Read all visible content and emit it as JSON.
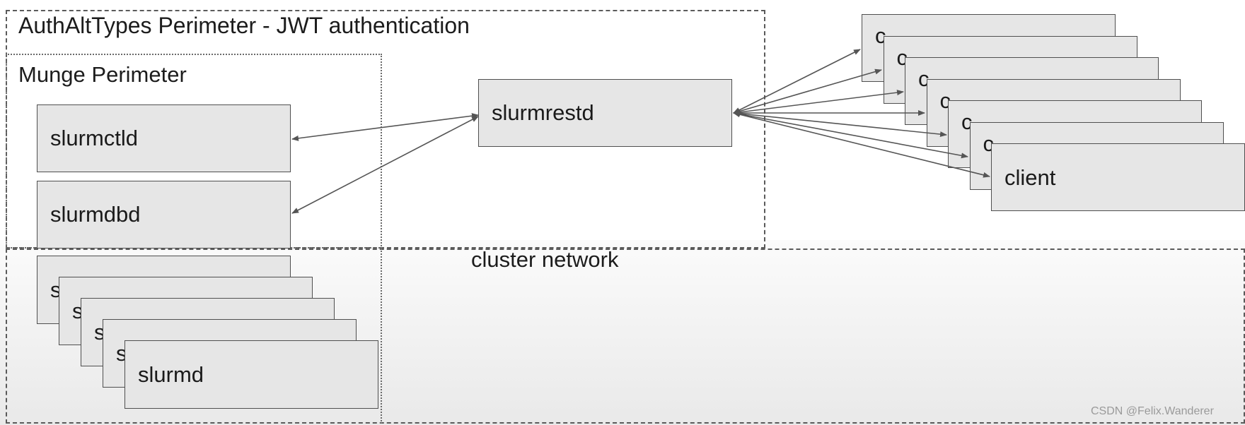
{
  "perimeters": {
    "outer_title": "AuthAltTypes Perimeter - JWT authentication",
    "munge_title": "Munge Perimeter",
    "cluster_label": "cluster network"
  },
  "nodes": {
    "slurmctld": "slurmctld",
    "slurmdbd": "slurmdbd",
    "slurmrestd": "slurmrestd"
  },
  "slurmd_stack": [
    {
      "label": "s"
    },
    {
      "label": "s"
    },
    {
      "label": "s"
    },
    {
      "label": "s"
    },
    {
      "label": "slurmd"
    }
  ],
  "client_stack": [
    {
      "label": "c"
    },
    {
      "label": "c"
    },
    {
      "label": "c"
    },
    {
      "label": "c"
    },
    {
      "label": "c"
    },
    {
      "label": "c"
    },
    {
      "label": "client"
    }
  ],
  "colors": {
    "box_fill": "#e6e6e6",
    "box_border": "#4f4f4f",
    "arrow": "#555555",
    "perimeter_line": "#5a5a5a"
  },
  "watermark": "CSDN @Felix.Wanderer"
}
